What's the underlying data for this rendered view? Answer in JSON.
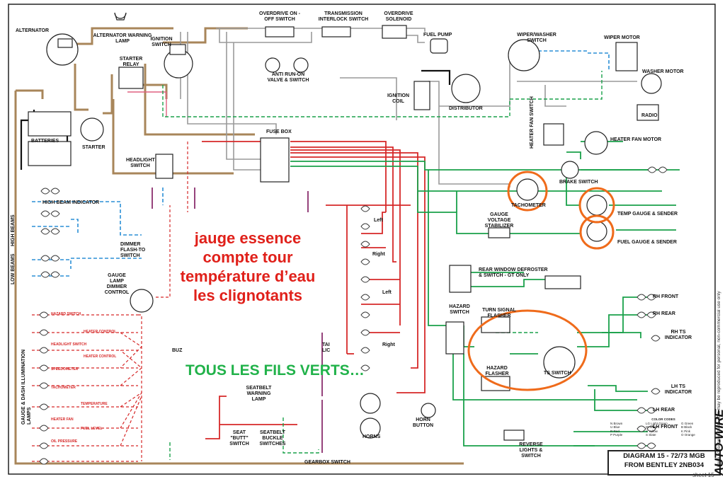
{
  "diagram": {
    "title_line1": "DIAGRAM 15 - 72/73 MGB",
    "title_line2": "FROM BENTLEY 2NB034",
    "sheet": "sheet 15",
    "site_note": "www.advanceautowire.com   may be reproduced for personal, non-commercial use only",
    "logo": "AUTO-WIRE"
  },
  "annotations": {
    "red_lines": [
      "jauge essence",
      "compte tour",
      "température d’eau",
      "les clignotants"
    ],
    "green_line": "TOUS LES FILS VERTS…"
  },
  "components": {
    "alternator": "ALTERNATOR",
    "alt_warning_lamp": "ALTERNATOR WARNING LAMP",
    "starter_relay": "STARTER RELAY",
    "ignition_switch": "IGNITION SWITCH",
    "overdrive_switch": "OVERDRIVE ON - OFF SWITCH",
    "transmission_switch": "TRANSMISSION INTERLOCK SWITCH",
    "overdrive_solenoid": "OVERDRIVE SOLENOID",
    "fuel_pump": "FUEL PUMP",
    "anti_runon": "ANTI RUN-ON VALVE & SWITCH",
    "ignition_coil": "IGNITION COIL",
    "distributor": "DISTRIBUTOR",
    "wiper_switch": "WIPER/WASHER SWITCH",
    "wiper_motor": "WIPER MOTOR",
    "washer_motor": "WASHER MOTOR",
    "radio": "RADIO",
    "heater_fan_switch": "HEATER FAN SWITCH",
    "heater_fan_motor": "HEATER FAN MOTOR",
    "batteries": "BATTERIES",
    "starter": "STARTER",
    "fuse_box": "FUSE BOX",
    "headlight_switch": "HEADLIGHT SWITCH",
    "brake_switch": "BRAKE SWITCH",
    "tachometer": "TACHOMETER",
    "temp_gauge": "TEMP GAUGE & SENDER",
    "fuel_gauge": "FUEL GAUGE & SENDER",
    "voltage_stabilizer": "GAUGE VOLTAGE STABILIZER",
    "rear_defroster": "REAR WINDOW DEFROSTER & SWITCH - GT ONLY",
    "hazard_switch": "HAZARD SWITCH",
    "turn_flasher": "TURN SIGNAL FLASHER",
    "hazard_flasher": "HAZARD FLASHER",
    "ts_switch": "TS SWITCH",
    "rh_front": "RH FRONT",
    "rh_rear": "RH REAR",
    "rh_ts_ind": "RH TS INDICATOR",
    "lh_ts_ind": "LH TS INDICATOR",
    "lh_rear": "LH REAR",
    "lh_front": "LH FRONT",
    "reverse_lights": "REVERSE LIGHTS & SWITCH",
    "high_beam_ind": "HIGH BEAM INDICATOR",
    "high_beams": "HIGH BEAMS",
    "low_beams": "LOW BEAMS",
    "dimmer": "DIMMER FLASH-TO SWITCH",
    "gauge_dimmer": "GAUGE LAMP DIMMER CONTROL",
    "illum_lamps": "GAUGE & DASH ILLUMINATION LAMPS",
    "horns": "HORNS",
    "horn_button": "HORN BUTTON",
    "seatbelt_lamp": "SEATBELT WARNING LAMP",
    "seat_butt": "SEAT \"BUTT\" SWITCH",
    "seatbelt_buckle": "SEATBELT BUCKLE SWITCHES",
    "gearbox_switch": "GEARBOX SWITCH",
    "left": "Left",
    "right": "Right",
    "buzz": "BUZ",
    "tail": "TAI LIC"
  },
  "dash_lamps": [
    "HAZARD SWITCH",
    "HEATER CONTROL",
    "HEADLIGHT SWITCH",
    "HEATER CONTROL",
    "SPEEDOMETER",
    "TACHOMETER",
    "TEMPERATURE",
    "HEATER FAN",
    "FUEL LEVEL",
    "OIL PRESSURE"
  ],
  "legend": {
    "title": "COLOR CODES",
    "entries": [
      "N Brown",
      "LG Light Green",
      "G Green",
      "U Blue",
      "W White",
      "B Black",
      "R Red",
      "Y Yellow",
      "K Pink",
      "P Purple",
      "S Slate",
      "O Orange"
    ]
  },
  "colors": {
    "red_wire": "#d62828",
    "green_wire": "#1aa14a",
    "brown_wire": "#a8865a",
    "blue_wire": "#2b8fd6",
    "purple_wire": "#8b2e6e",
    "pink_wire": "#e06080",
    "highlight_orange": "#ef6b1b",
    "annotation_red": "#e0201a",
    "annotation_green": "#21b24a"
  }
}
